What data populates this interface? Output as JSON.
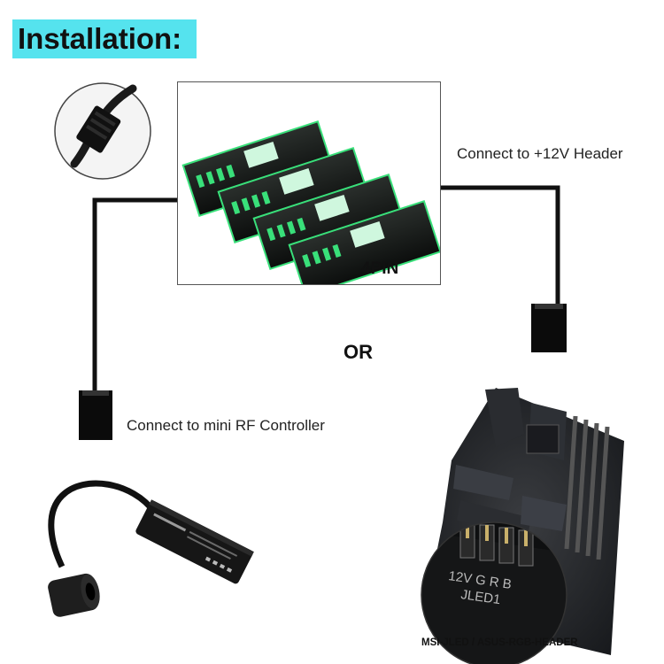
{
  "title": "Installation:",
  "ram_label": "4PIN",
  "right_connector_label": "Connect to +12V Header",
  "left_connector_label": "Connect to mini RF Controller",
  "or_label": "OR",
  "motherboard_label": "MSI-JLED / ASUS-RGB-HEADER",
  "board_header_text": "12V G R B",
  "board_header_name": "JLED1",
  "colors": {
    "title_bg": "#55e3ee",
    "ram_glow": "#39e07a",
    "cable": "#111111"
  }
}
